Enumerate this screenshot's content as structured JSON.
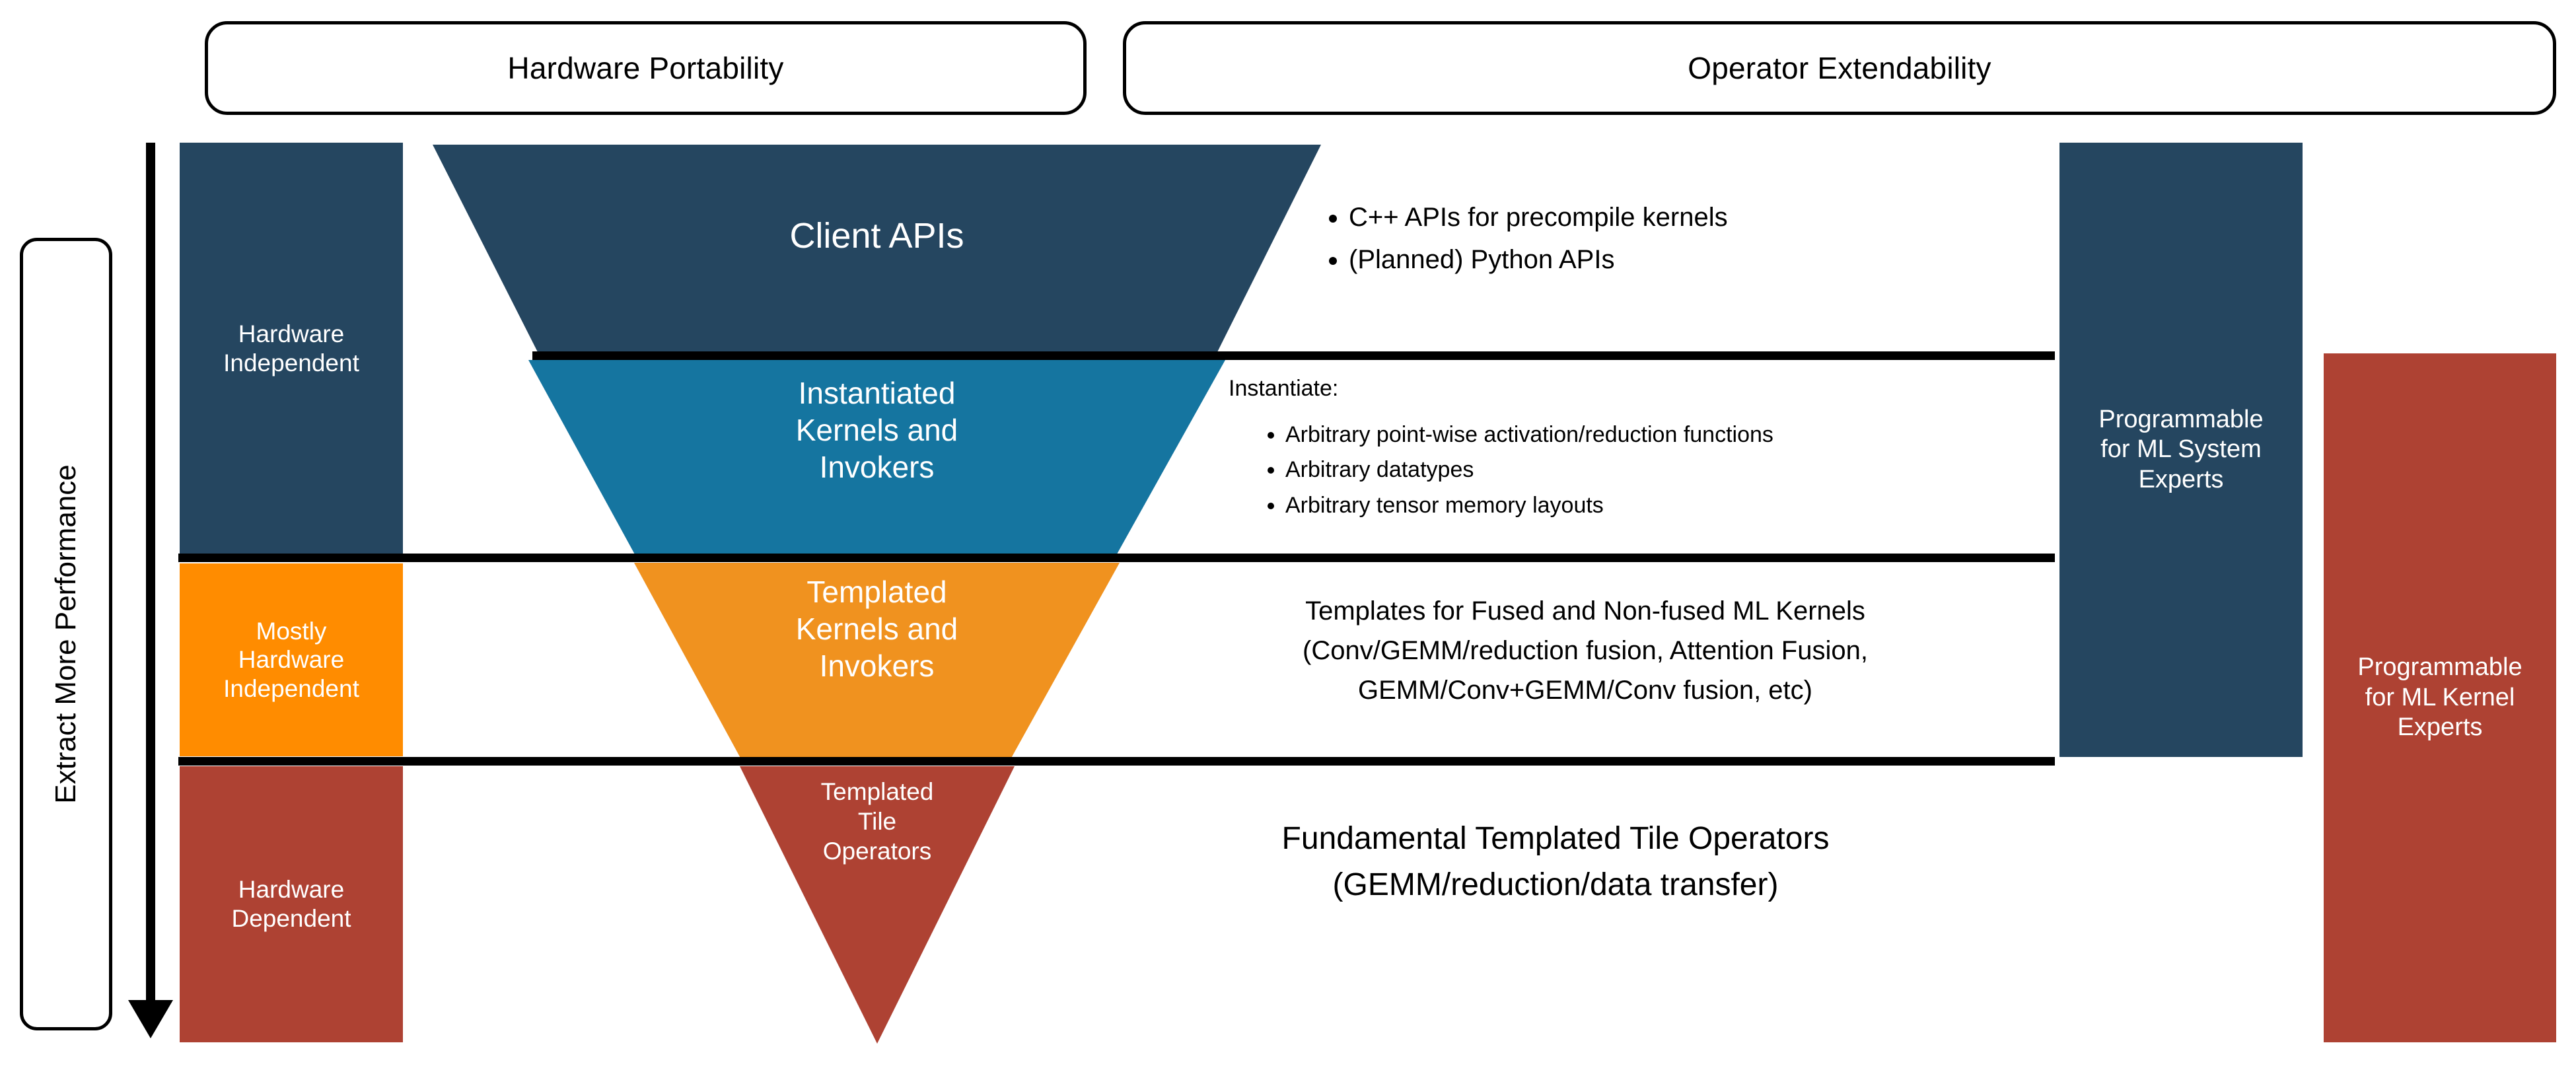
{
  "headers": {
    "left": "Hardware Portability",
    "right": "Operator Extendability"
  },
  "axis": {
    "performance_label": "Extract More Performance",
    "arrow_direction": "down-arrow-icon"
  },
  "hardware_levels": [
    {
      "label": "Hardware\nIndependent",
      "color": "#254660"
    },
    {
      "label": "Mostly\nHardware\nIndependent",
      "color": "#FF8C00"
    },
    {
      "label": "Hardware\nDependent",
      "color": "#AE4233"
    }
  ],
  "hardware_levels_flat": {
    "l0": "Hardware Independent",
    "l1": "Mostly Hardware Independent",
    "l2": "Hardware Dependent"
  },
  "funnel": {
    "layers": [
      {
        "title": "Client APIs",
        "color": "#254660"
      },
      {
        "title": "Instantiated Kernels and Invokers",
        "color": "#1575A0"
      },
      {
        "title": "Templated Kernels and Invokers",
        "color": "#F0921F"
      },
      {
        "title": "Templated Tile Operators",
        "color": "#AE4233"
      }
    ],
    "layer0_line1": "Client APIs",
    "layer1_line1": "Instantiated",
    "layer1_line2": "Kernels and",
    "layer1_line3": "Invokers",
    "layer2_line1": "Templated",
    "layer2_line2": "Kernels and",
    "layer2_line3": "Invokers",
    "layer3_line1": "Templated",
    "layer3_line2": "Tile",
    "layer3_line3": "Operators"
  },
  "descriptions": {
    "client_apis": {
      "bullets": [
        "C++ APIs for precompile kernels",
        "(Planned) Python APIs"
      ]
    },
    "instantiated": {
      "intro": "Instantiate:",
      "bullets": [
        "Arbitrary point-wise activation/reduction functions",
        "Arbitrary datatypes",
        "Arbitrary tensor memory layouts"
      ]
    },
    "templated_kernels": {
      "line1": "Templates for Fused and Non-fused ML Kernels",
      "line2": "(Conv/GEMM/reduction fusion, Attention Fusion,",
      "line3": "GEMM/Conv+GEMM/Conv fusion, etc)"
    },
    "tile_operators": {
      "line1": "Fundamental Templated Tile Operators",
      "line2": "(GEMM/reduction/data transfer)"
    }
  },
  "audience_columns": [
    {
      "line1": "Programmable",
      "line2": "for ML System",
      "line3": "Experts",
      "color": "#254660"
    },
    {
      "line1": "Programmable",
      "line2": "for ML Kernel",
      "line3": "Experts",
      "color": "#AE4233"
    }
  ],
  "colors": {
    "dark_blue": "#254660",
    "mid_blue": "#1575A0",
    "funnel_orange": "#F0921F",
    "bright_orange": "#FF8C00",
    "brick_red": "#AE4233",
    "rule_black": "#000000",
    "page_background": "#FFFFFF"
  }
}
